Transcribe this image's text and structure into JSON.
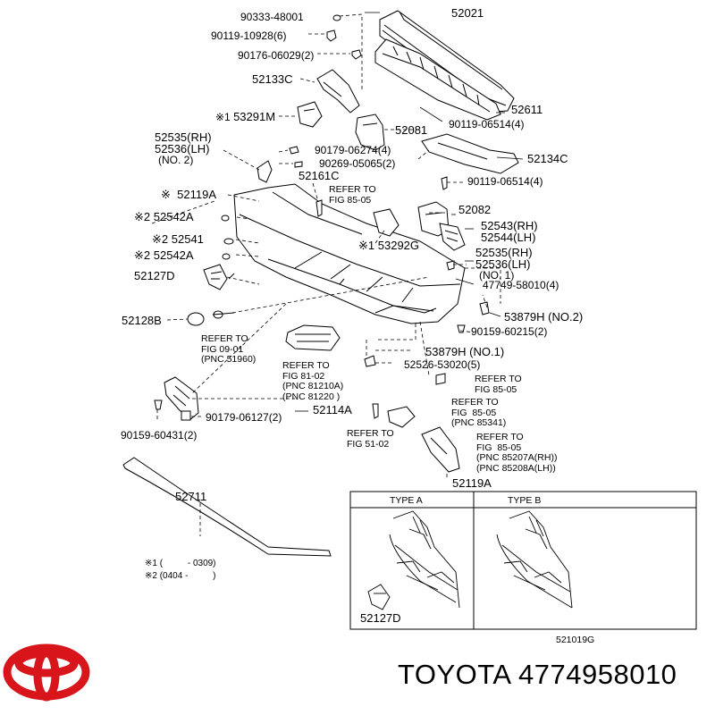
{
  "parts": {
    "p90333_48001": "90333-48001",
    "p52021": "52021",
    "p90119_10928": "90119-10928(6)",
    "p90176_06029": "90176-06029(2)",
    "p52133C": "52133C",
    "p52611": "52611",
    "p53291M": "53291M",
    "p52081": "52081",
    "p90119_06514_a": "90119-06514(4)",
    "p52535_top": "52535(RH)",
    "p52536_top": "52536(LH)",
    "no2_top": "(NO. 2)",
    "p90179_06274": "90179-06274(4)",
    "p90269_05065": "90269-05065(2)",
    "p52134C": "52134C",
    "p52161C": "52161C",
    "p90119_06514_b": "90119-06514(4)",
    "p52119A": "52119A",
    "p52082": "52082",
    "p52542A_a": "52542A",
    "p52543": "52543(RH)",
    "p52544": "52544(LH)",
    "p52541": "52541",
    "p53292G": "53292G",
    "p52542A_b": "52542A",
    "p52535_mid": "52535(RH)",
    "p52536_mid": "52536(LH)",
    "no1_mid": "(NO. 1)",
    "p52127D": "52127D",
    "p47749_58010": "47749-58010(4)",
    "p52128B": "52128B",
    "p53879H_no2": "53879H",
    "no2_53879": "(NO.2)",
    "p90159_60215": "90159-60215(2)",
    "p53879H_no1": "53879H (NO.1)",
    "p52526_53020": "52526-53020(5)",
    "p90179_06127": "90179-06127(2)",
    "p52114A": "52114A",
    "p90159_60431": "90159-60431(2)",
    "p52711": "52711",
    "p52119A_bottom": "52119A",
    "p52127D_box": "52127D"
  },
  "mark1": "※1",
  "mark2": "※2",
  "mark_plain": "※",
  "refer": {
    "r_85_05_a": "REFER TO\nFIG 85-05",
    "r_09_01": "REFER TO\nFIG 09-01\n(PNC 51960)",
    "r_81_02": "REFER TO\nFIG 81-02\n(PNC 81210A)\n(PNC 81220 )",
    "r_85_05_b": "REFER TO\nFIG 85-05",
    "r_85_05_c": "REFER TO\nFIG  85-05\n(PNC 85341)",
    "r_51_02": "REFER TO\nFIG 51-02",
    "r_85_05_d": "REFER TO\nFIG  85-05\n(PNC 85207A(RH))\n(PNC 85208A(LH))"
  },
  "legend": {
    "line1": "※1 (          - 0309)",
    "line2": "※2 (0404 -          )"
  },
  "types": {
    "type_a": "TYPE  A",
    "type_b": "TYPE  B"
  },
  "figure_code": "521019G",
  "brand": {
    "name": "TOYOTA",
    "part_number": "4774958010",
    "logo_color": "#d7151b"
  }
}
